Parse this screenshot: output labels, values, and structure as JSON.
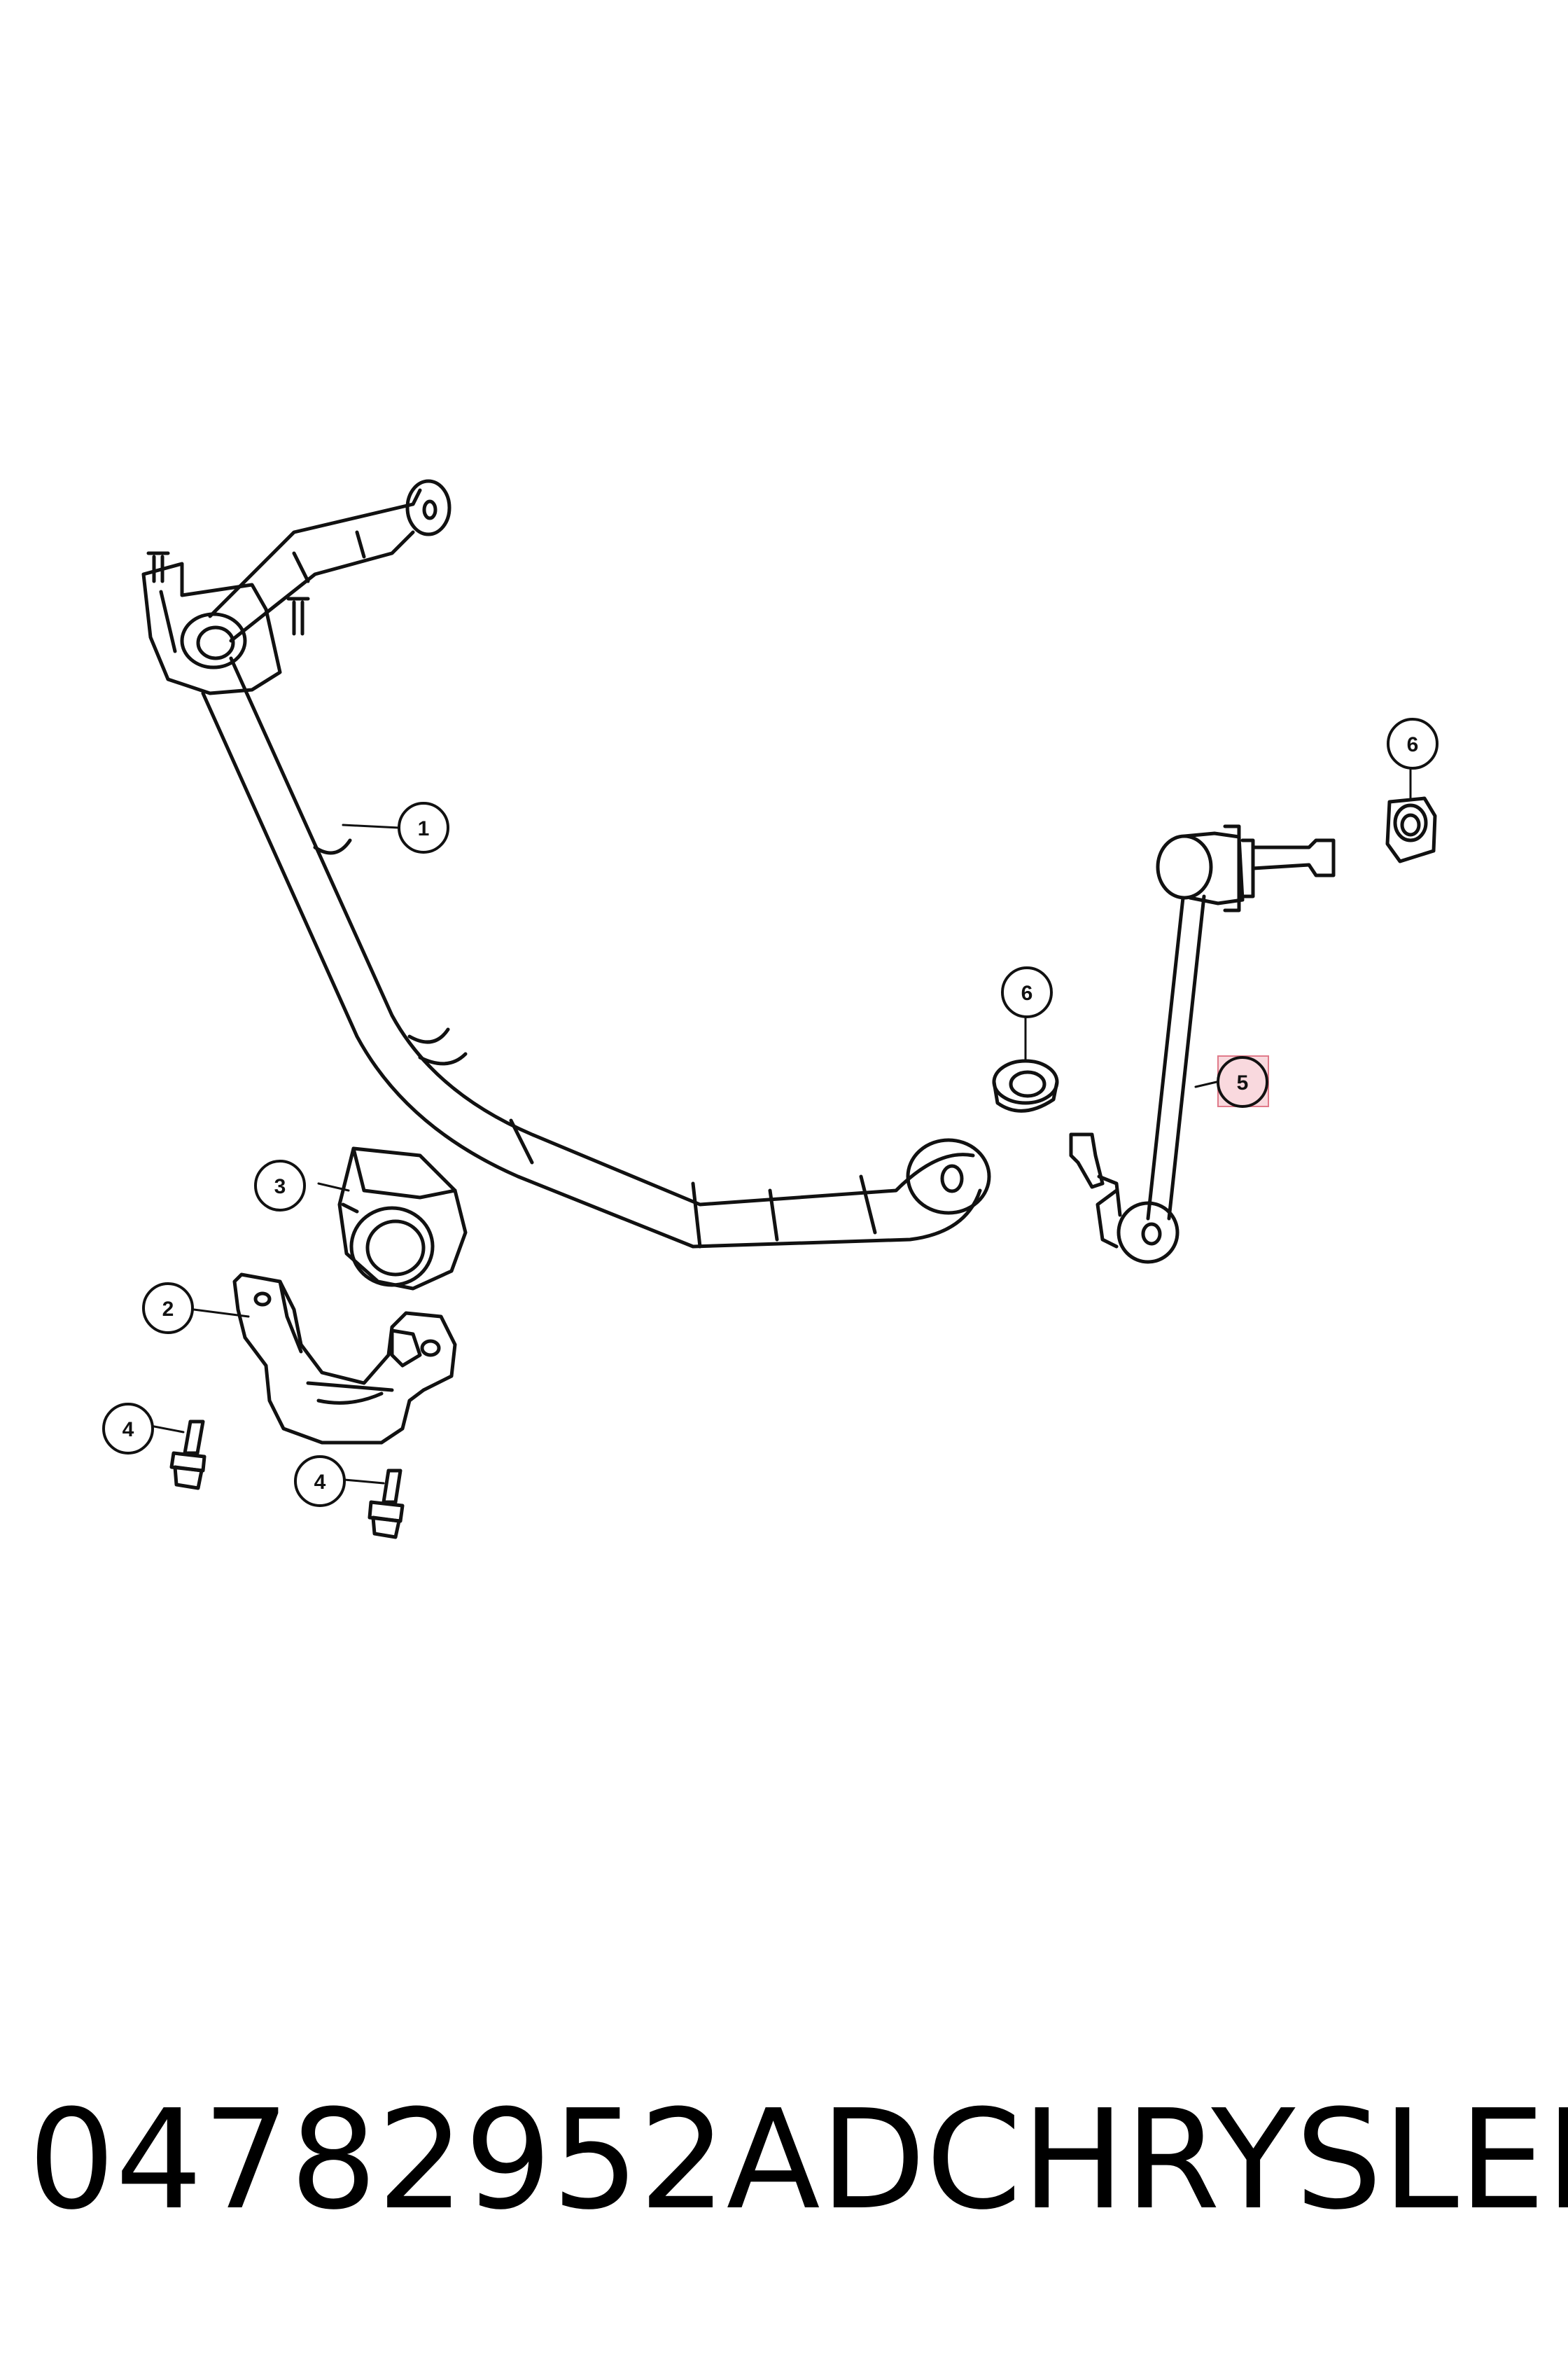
{
  "callouts": [
    {
      "id": "1",
      "label": "1"
    },
    {
      "id": "2",
      "label": "2"
    },
    {
      "id": "3",
      "label": "3"
    },
    {
      "id": "4a",
      "label": "4"
    },
    {
      "id": "4b",
      "label": "4"
    },
    {
      "id": "5",
      "label": "5"
    },
    {
      "id": "6a",
      "label": "6"
    },
    {
      "id": "6b",
      "label": "6"
    }
  ],
  "footer": {
    "part_number": "04782952AD",
    "brand": "CHRYSLER"
  },
  "colors": {
    "line": "#111111",
    "highlight_fill": "#f6c9d0",
    "highlight_stroke": "#e07a8a"
  }
}
